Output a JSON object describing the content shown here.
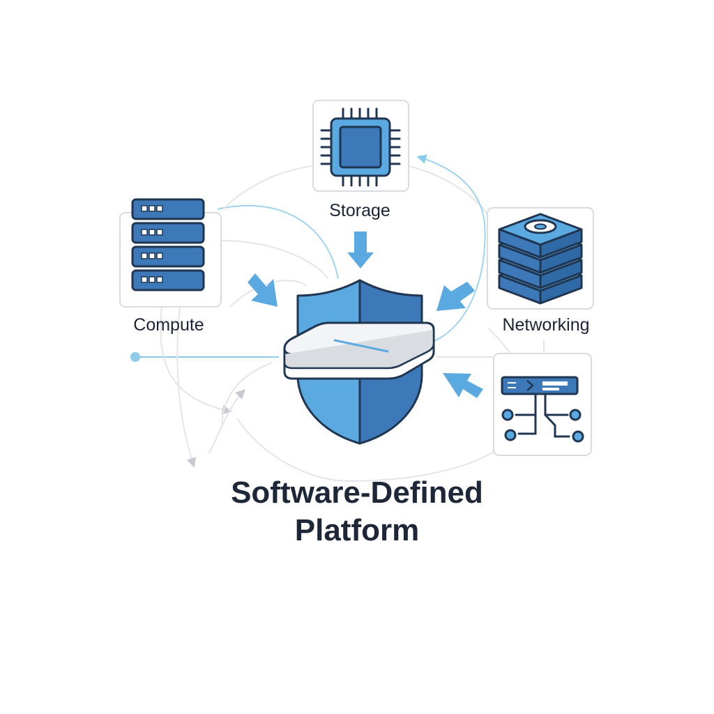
{
  "labels": {
    "storage": "Storage",
    "compute": "Compute",
    "networking": "Networking"
  },
  "title": {
    "line1": "Software-Defined",
    "line2": "Platform"
  },
  "icons": {
    "storage": "chip-icon",
    "compute": "server-rack-icon",
    "networking": "disk-stack-icon",
    "extra": "network-topology-icon",
    "center": "shield-platform-icon"
  },
  "colors": {
    "primary": "#3d79b8",
    "light": "#5aa9e0",
    "dark": "#1f3550",
    "connector": "#8ccbea",
    "frame": "#d8dbe0",
    "text": "#1b2436"
  }
}
